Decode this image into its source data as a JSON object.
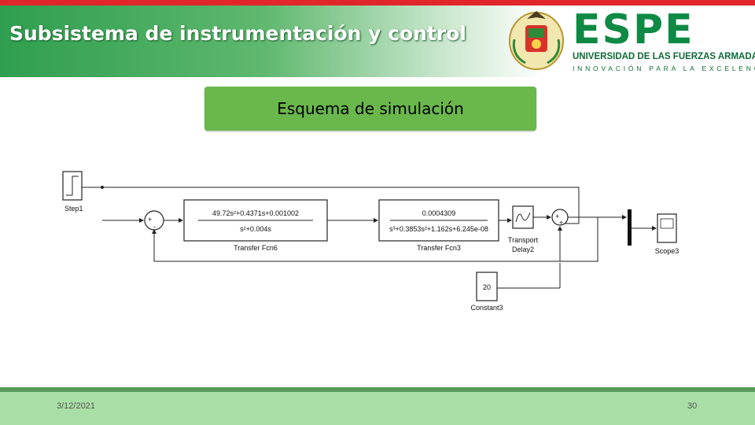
{
  "header": {
    "title": "Subsistema de instrumentación y control",
    "brand": "ESPE",
    "brand_subtitle": "UNIVERSIDAD DE LAS FUERZAS ARMADAS",
    "brand_tagline": "INNOVACIÓN PARA LA EXCELENCIA"
  },
  "section": {
    "title": "Esquema de simulación"
  },
  "diagram": {
    "step_label": "Step1",
    "sum1_signs": [
      "+",
      "-"
    ],
    "tf6": {
      "numerator": "49.72s²+0.4371s+0.001002",
      "denominator": "s²+0.004s",
      "label": "Transfer Fcn6"
    },
    "tf3": {
      "numerator": "0.0004309",
      "denominator": "s³+0.3853s²+1.162s+6.245e-08",
      "label": "Transfer Fcn3"
    },
    "delay_label_1": "Transport",
    "delay_label_2": "Delay2",
    "sum2_signs": [
      "+",
      "+"
    ],
    "scope_label": "Scope3",
    "constant_value": "20",
    "constant_label": "Constant3"
  },
  "footer": {
    "date": "3/12/2021",
    "page": "30"
  },
  "colors": {
    "header_green": "#2f9e4f",
    "accent_red": "#e0262b",
    "section_box": "#6ab74c",
    "footer_green": "#a9dfa6"
  }
}
